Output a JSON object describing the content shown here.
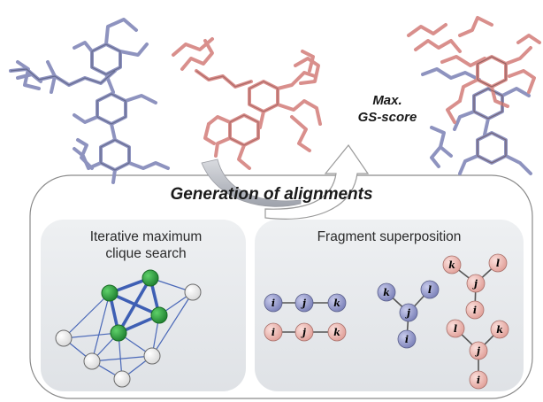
{
  "header": {
    "section_title": "Generation of alignments",
    "score_line1": "Max.",
    "score_line2": "GS-score"
  },
  "panels": {
    "left_line1": "Iterative maximum",
    "left_line2": "clique search",
    "right_title": "Fragment superposition"
  },
  "fragments": {
    "linear_blue": [
      "i",
      "j",
      "k"
    ],
    "linear_pink": [
      "i",
      "j",
      "k"
    ],
    "branched_blue": [
      "k",
      "l",
      "j",
      "i"
    ],
    "branched_pink_a": [
      "k",
      "l",
      "j",
      "i"
    ],
    "branched_pink_b": [
      "l",
      "k",
      "j",
      "i"
    ]
  },
  "colors": {
    "molecule_blue": "#8e93bf",
    "molecule_pink": "#d98f8c",
    "clique_green": "#2e9a3e",
    "graph_edge": "#4a68b8",
    "node_blue": "#8f95c8",
    "node_pink": "#eab3ad",
    "panel_bg": "#e9ebee"
  }
}
